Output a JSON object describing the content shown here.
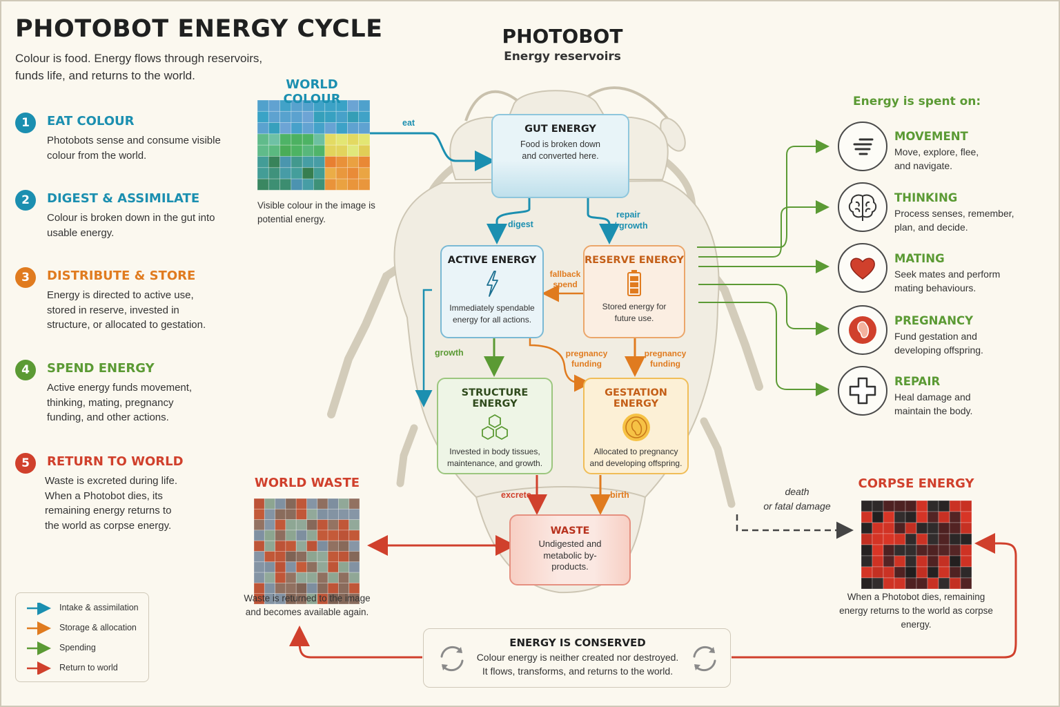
{
  "title": "PHOTOBOT ENERGY CYCLE",
  "subtitle": "Colour is food. Energy flows through reservoirs, funds life, and returns to the world.",
  "steps": [
    {
      "num": "1",
      "title": "EAT COLOUR",
      "text": "Photobots sense and consume visible colour from the world.",
      "color": "#1b8fb0"
    },
    {
      "num": "2",
      "title": "DIGEST & ASSIMILATE",
      "text": "Colour is broken down in the gut into usable energy.",
      "color": "#1b8fb0"
    },
    {
      "num": "3",
      "title": "DISTRIBUTE & STORE",
      "text": "Energy is directed to active use, stored in reserve, invested in structure, or allocated to gestation.",
      "color": "#e07b1f"
    },
    {
      "num": "4",
      "title": "SPEND ENERGY",
      "text": "Active energy funds movement, thinking, mating, pregnancy funding, and other actions.",
      "color": "#5b9a34"
    },
    {
      "num": "5",
      "title": "RETURN TO WORLD",
      "text": "Waste is excreted during life. When a Photobot dies, its remaining energy returns to the world as corpse energy.",
      "color": "#d0402c"
    }
  ],
  "center": {
    "title": "PHOTOBOT",
    "subtitle": "Energy reservoirs"
  },
  "world_colour": {
    "title": "WORLD COLOUR",
    "caption": "Visible colour in the image is potential energy."
  },
  "world_waste": {
    "title": "WORLD WASTE",
    "caption": "Waste is returned to the image and becomes available again."
  },
  "corpse": {
    "title": "CORPSE ENERGY",
    "caption": "When a Photobot dies, remaining energy returns to the world as corpse energy."
  },
  "boxes": {
    "gut": {
      "title": "GUT ENERGY",
      "text": "Food is broken down and converted here."
    },
    "active": {
      "title": "ACTIVE ENERGY",
      "text": "Immediately spendable energy for all actions."
    },
    "reserve": {
      "title": "RESERVE ENERGY",
      "text": "Stored energy for future use."
    },
    "structure": {
      "title": "STRUCTURE ENERGY",
      "text": "Invested in body tissues, maintenance, and growth."
    },
    "gestation": {
      "title": "GESTATION ENERGY",
      "text": "Allocated to pregnancy and developing offspring."
    },
    "waste": {
      "title": "WASTE",
      "text": "Undigested and metabolic by-products."
    }
  },
  "arrow_labels": {
    "eat": "eat",
    "digest": "digest",
    "repair": "repair",
    "growth_slash": "/ growth",
    "fallback": "fallback",
    "spend": "spend",
    "growth": "growth",
    "pregnancy": "pregnancy",
    "funding": "funding",
    "excrete": "excrete",
    "birth": "birth",
    "death": "death",
    "fatal": "or fatal damage"
  },
  "spend": {
    "heading": "Energy is spent on:",
    "items": [
      {
        "title": "MOVEMENT",
        "text": "Move, explore, flee, and navigate.",
        "icon": "movement-icon"
      },
      {
        "title": "THINKING",
        "text": "Process senses, remember, plan, and decide.",
        "icon": "brain-icon"
      },
      {
        "title": "MATING",
        "text": "Seek mates and perform mating behaviours.",
        "icon": "heart-icon"
      },
      {
        "title": "PREGNANCY",
        "text": "Fund gestation and developing offspring.",
        "icon": "embryo-icon"
      },
      {
        "title": "REPAIR",
        "text": "Heal damage and maintain the body.",
        "icon": "cross-icon"
      }
    ]
  },
  "conserved": {
    "title": "ENERGY IS CONSERVED",
    "line1": "Colour energy is neither created nor destroyed.",
    "line2": "It flows, transforms, and returns to the world."
  },
  "legend": [
    {
      "label": "Intake & assimilation",
      "color": "#1b8fb0"
    },
    {
      "label": "Storage & allocation",
      "color": "#e07b1f"
    },
    {
      "label": "Spending",
      "color": "#5b9a34"
    },
    {
      "label": "Return to world",
      "color": "#d0402c"
    }
  ],
  "colors": {
    "blue": "#1b8fb0",
    "orange": "#e07b1f",
    "green": "#5b9a34",
    "red": "#d0402c",
    "dark": "#1f2020"
  }
}
